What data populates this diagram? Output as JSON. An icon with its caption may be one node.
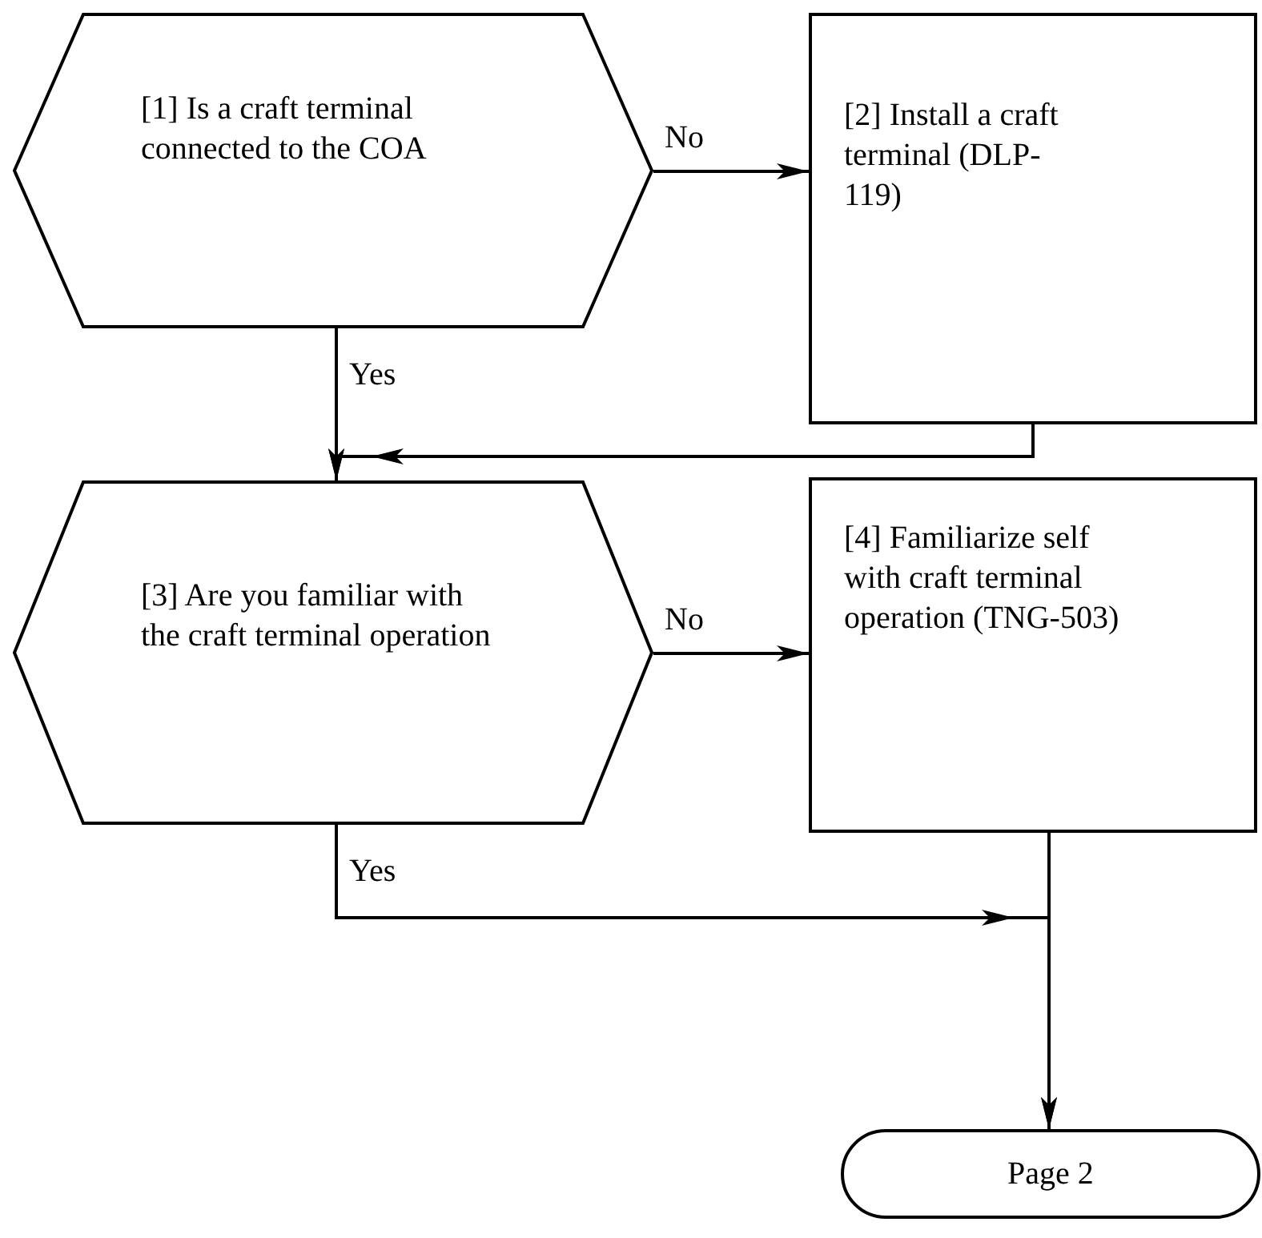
{
  "diagram": {
    "nodes": [
      {
        "text": [
          "[1] Is a craft terminal connected to the COA"
        ]
      },
      {
        "text": [
          "[2] Install a craft terminal (DLP-119)"
        ]
      },
      {
        "text": [
          "[3] Are you familiar with the craft terminal operation"
        ]
      },
      {
        "text": [
          "[4] Familiarize self with craft terminal operation (TNG-503)"
        ]
      },
      {
        "text": [
          "Page 2"
        ]
      }
    ],
    "edges": [
      {
        "from": 0,
        "to": 1,
        "arrow": "to",
        "label": "No"
      },
      {
        "from": 0,
        "to": 2,
        "arrow": "to",
        "label": "Yes"
      },
      {
        "from": 1,
        "to": 2,
        "arrow": "to"
      },
      {
        "from": 2,
        "to": 3,
        "arrow": "to",
        "label": "No"
      },
      {
        "from": 2,
        "to": 4,
        "arrow": "to",
        "label": "Yes"
      },
      {
        "from": 3,
        "to": 4,
        "arrow": "to"
      }
    ]
  }
}
